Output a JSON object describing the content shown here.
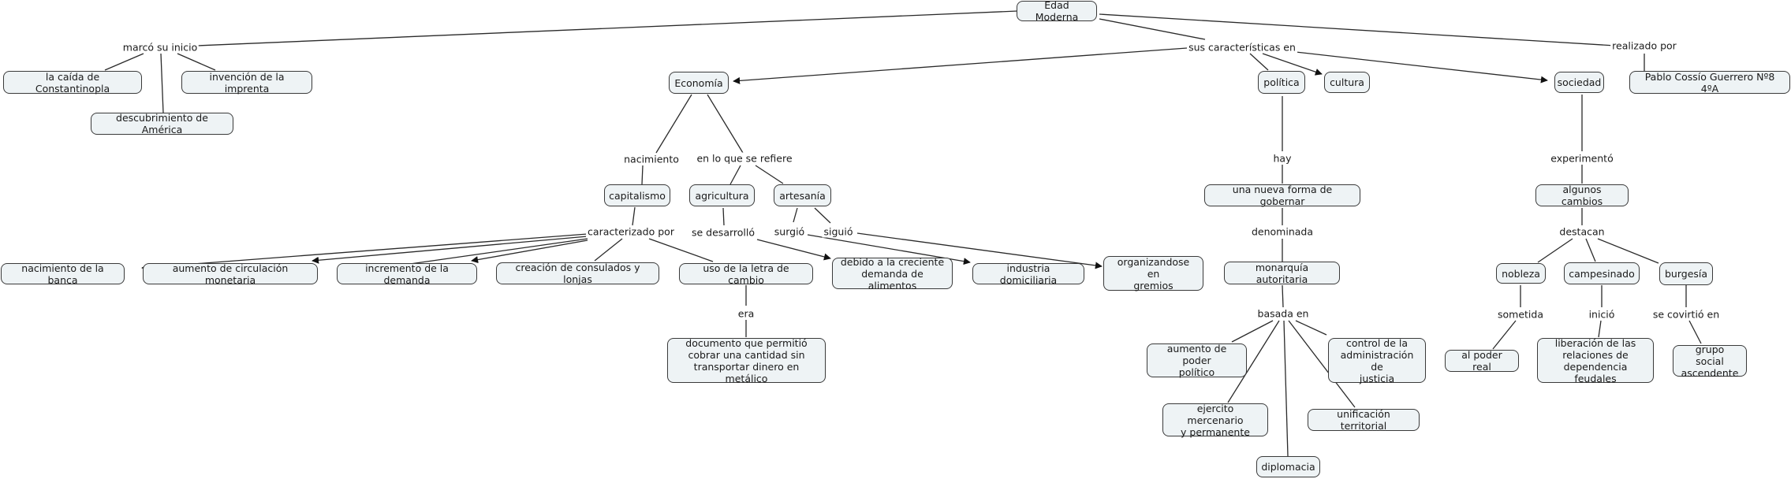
{
  "map_title": "Edad Moderna",
  "nodes": {
    "edad_moderna": "Edad Moderna",
    "constantinopla": "la caída de Constantinopla",
    "imprenta": "invención de la imprenta",
    "america": "descubrimiento de América",
    "economia": "Economía",
    "politica": "política",
    "cultura": "cultura",
    "sociedad": "sociedad",
    "autor": "Pablo Cossío Guerrero Nº8 4ºA",
    "capitalismo": "capitalismo",
    "agricultura": "agricultura",
    "artesania": "artesanía",
    "banca": "nacimiento de la banca",
    "circulacion": "aumento de circulación monetaria",
    "demanda": "incremento de la demanda",
    "consulados": "creación de consulados y lonjas",
    "letra": "uso de la letra de cambio",
    "alimentos": "debido a la creciente\ndemanda de alimentos",
    "domiciliaria": "industria domiciliaria",
    "gremios": "organizandose en\ngremios",
    "documento": "documento que permitió\ncobrar una cantidad sin\ntransportar dinero en metálico",
    "gobernar": "una nueva forma de gobernar",
    "monarquia": "monarquía autoritaria",
    "poder_politico": "aumento de poder\npolítico",
    "justicia": "control de la\nadministración de\njusticia",
    "ejercito": "ejercito mercenario\ny permanente",
    "unificacion": "unificación territorial",
    "diplomacia": "diplomacia",
    "cambios": "algunos cambios",
    "nobleza": "nobleza",
    "campesinado": "campesinado",
    "burgesia": "burgesía",
    "poder_real": "al poder real",
    "liberacion": "liberación de las\nrelaciones de\ndependencia feudales",
    "grupo_social": "grupo social\nascendente"
  },
  "links": {
    "marco_inicio": "marcó su inicio",
    "caracteristicas": "sus características en",
    "realizado": "realizado por",
    "nacimiento": "nacimiento",
    "refiere": "en lo que se refiere",
    "caracterizado": "caracterizado por",
    "desarrollo": "se desarrolló",
    "surgio": "surgió",
    "siguio": "siguió",
    "era": "era",
    "hay": "hay",
    "denominada": "denominada",
    "basada": "basada en",
    "experimento": "experimentó",
    "destacan": "destacan",
    "sometida": "sometida",
    "inicio": "inició",
    "convirtio": "se covirtió en"
  }
}
